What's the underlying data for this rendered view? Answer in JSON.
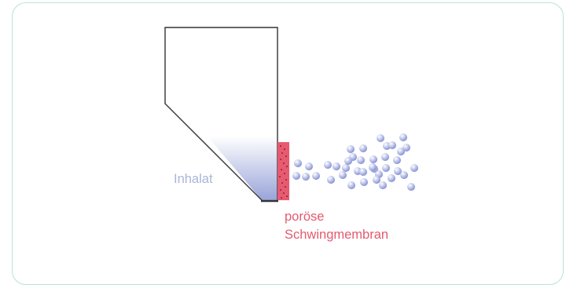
{
  "labels": {
    "inhalat": "Inhalat",
    "membrane_line1": "poröse",
    "membrane_line2": "Schwingmembran"
  },
  "colors": {
    "frame": "#b9e2d7",
    "container_outline": "#333333",
    "liquid_top": "#ffffff",
    "liquid_bottom": "#98a3d8",
    "membrane": "#e85a70",
    "membrane_pores": "#5a1d2a",
    "droplet_light": "#ffffff",
    "droplet_dark": "#8e98d6",
    "inhalat_text": "#a9b6d8",
    "membrane_text": "#e45a6f"
  }
}
